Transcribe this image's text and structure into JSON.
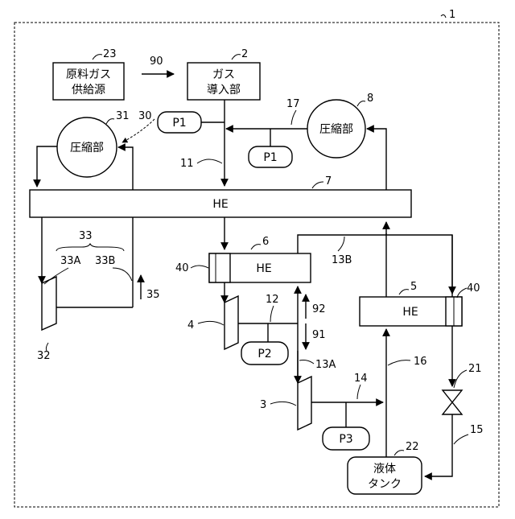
{
  "labels": {
    "system": "1",
    "gas_intro_ref": "2",
    "turbine3": "3",
    "turbine4": "4",
    "he5_ref": "5",
    "he6_ref": "6",
    "he7_ref": "7",
    "comp8_ref": "8",
    "line11": "11",
    "line12": "12",
    "line13a": "13A",
    "line13b": "13B",
    "line14": "14",
    "line15": "15",
    "line16": "16",
    "line17": "17",
    "valve21": "21",
    "tank22": "22",
    "supply23": "23",
    "turbine32": "32",
    "comp31_ref": "31",
    "sensor30": "30",
    "group33": "33",
    "g33a": "33A",
    "g33b": "33B",
    "arrow35": "35",
    "bypass40a": "40",
    "bypass40b": "40",
    "flow90": "90",
    "flow91": "91",
    "flow92": "92"
  },
  "boxes": {
    "raw_gas_l1": "原料ガス",
    "raw_gas_l2": "供給源",
    "gas_intro_l1": "ガス",
    "gas_intro_l2": "導入部",
    "compressor_left": "圧縮部",
    "compressor_right": "圧縮部",
    "he_main": "HE",
    "he6": "HE",
    "he5": "HE",
    "p1_left": "P1",
    "p1_right": "P1",
    "p2": "P2",
    "p3": "P3",
    "tank_l1": "液体",
    "tank_l2": "タンク"
  }
}
